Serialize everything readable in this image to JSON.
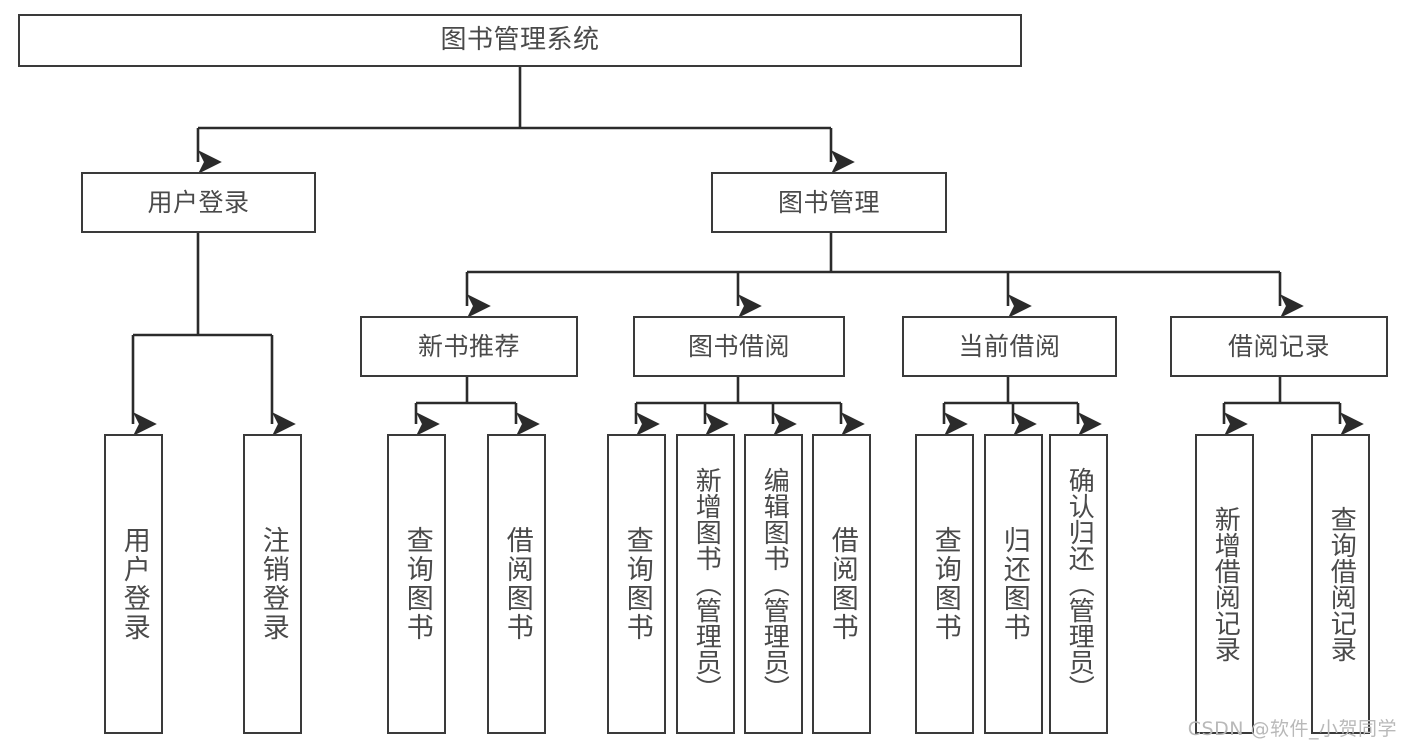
{
  "diagram": {
    "title": "图书管理系统",
    "type": "tree-hierarchy-chart",
    "root": {
      "label": "图书管理系统"
    },
    "level2": [
      {
        "label": "用户登录"
      },
      {
        "label": "图书管理"
      }
    ],
    "level3": [
      {
        "label": "新书推荐"
      },
      {
        "label": "图书借阅"
      },
      {
        "label": "当前借阅"
      },
      {
        "label": "借阅记录"
      }
    ],
    "leaves": {
      "user_login": [
        {
          "label": "用户登录"
        },
        {
          "label": "注销登录"
        }
      ],
      "new_book": [
        {
          "label": "查询图书"
        },
        {
          "label": "借阅图书"
        }
      ],
      "book_borrow": [
        {
          "label": "查询图书"
        },
        {
          "label": "新增图书（管理员）"
        },
        {
          "label": "编辑图书（管理员）"
        },
        {
          "label": "借阅图书"
        }
      ],
      "current_borrow": [
        {
          "label": "查询图书"
        },
        {
          "label": "归还图书"
        },
        {
          "label": "确认归还（管理员）"
        }
      ],
      "borrow_record": [
        {
          "label": "新增借阅记录"
        },
        {
          "label": "查询借阅记录"
        }
      ]
    }
  },
  "watermark": {
    "text": "CSDN @软件_小贺同学"
  },
  "colors": {
    "box_border": "#3a3a3a",
    "text": "#4a4a4a",
    "line": "#2b2b2b",
    "background": "#ffffff",
    "watermark": "#b9b9b9"
  }
}
